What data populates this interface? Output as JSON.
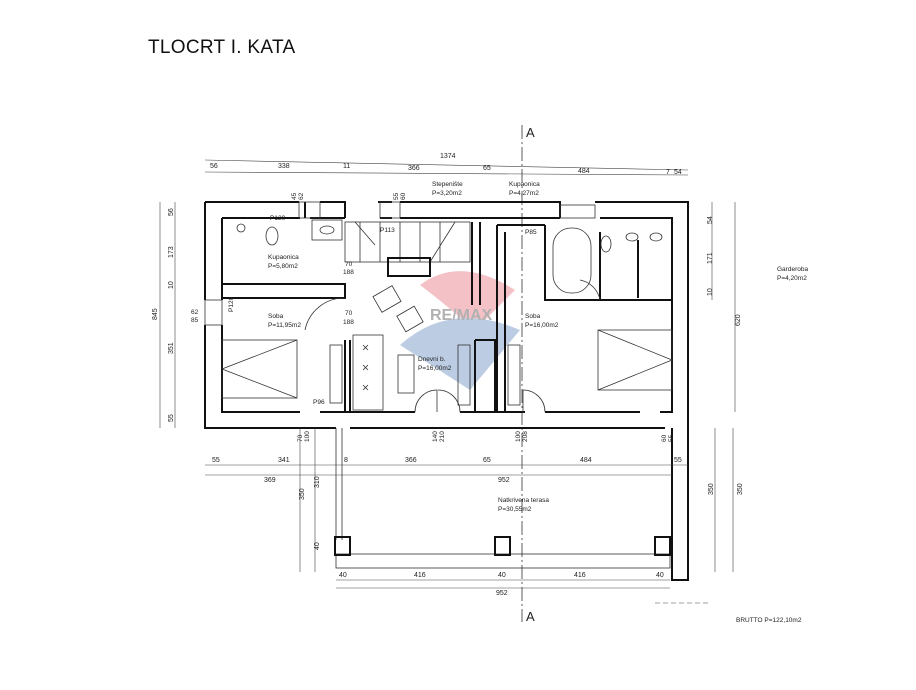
{
  "title": "TLOCRT I. KATA",
  "section_mark": "A",
  "watermark": "RE/MAX",
  "rooms": {
    "stairs": {
      "name": "Stepenište",
      "area": "P=3,20m2"
    },
    "bath_right": {
      "name": "Kupaonica",
      "area": "P=4,27m2"
    },
    "bath_left": {
      "name": "Kupaonica",
      "area": "P=5,80m2"
    },
    "room_left": {
      "name": "Soba",
      "area": "P=11,95m2"
    },
    "living": {
      "name": "Dnevni b.",
      "area": "P=16,00m2"
    },
    "room_right": {
      "name": "Soba",
      "area": "P=16,00m2"
    },
    "wardrobe": {
      "name": "Garderoba",
      "area": "P=4,20m2"
    },
    "terrace": {
      "name": "Natkrivena terasa",
      "area": "P=30,55m2"
    }
  },
  "gross_area": "BRUTTO P=122,10m2",
  "openings": [
    "P120",
    "P113",
    "P85",
    "P96",
    "P120",
    "70",
    "188",
    "70",
    "188",
    "62",
    "85",
    "45",
    "62",
    "55",
    "60",
    "70",
    "100",
    "140",
    "210",
    "100",
    "208",
    "60",
    "55"
  ],
  "dims_top": {
    "total": "1374",
    "parts": [
      "56",
      "338",
      "11",
      "366",
      "65",
      "484",
      "7",
      "54"
    ]
  },
  "dims_bottom1": [
    "55",
    "341",
    "8",
    "366",
    "65",
    "484",
    "55"
  ],
  "dims_bottom2": [
    "369",
    "952"
  ],
  "dims_terrace": [
    "40",
    "416",
    "40",
    "416",
    "40"
  ],
  "dims_terrace_total": "952",
  "dims_left": {
    "total": "845",
    "parts": [
      "56",
      "173",
      "10",
      "351",
      "55"
    ]
  },
  "dims_right": {
    "total": "620",
    "parts": [
      "54",
      "171",
      "10"
    ]
  },
  "dims_terrace_side": [
    "350",
    "310",
    "40",
    "350",
    "350"
  ]
}
